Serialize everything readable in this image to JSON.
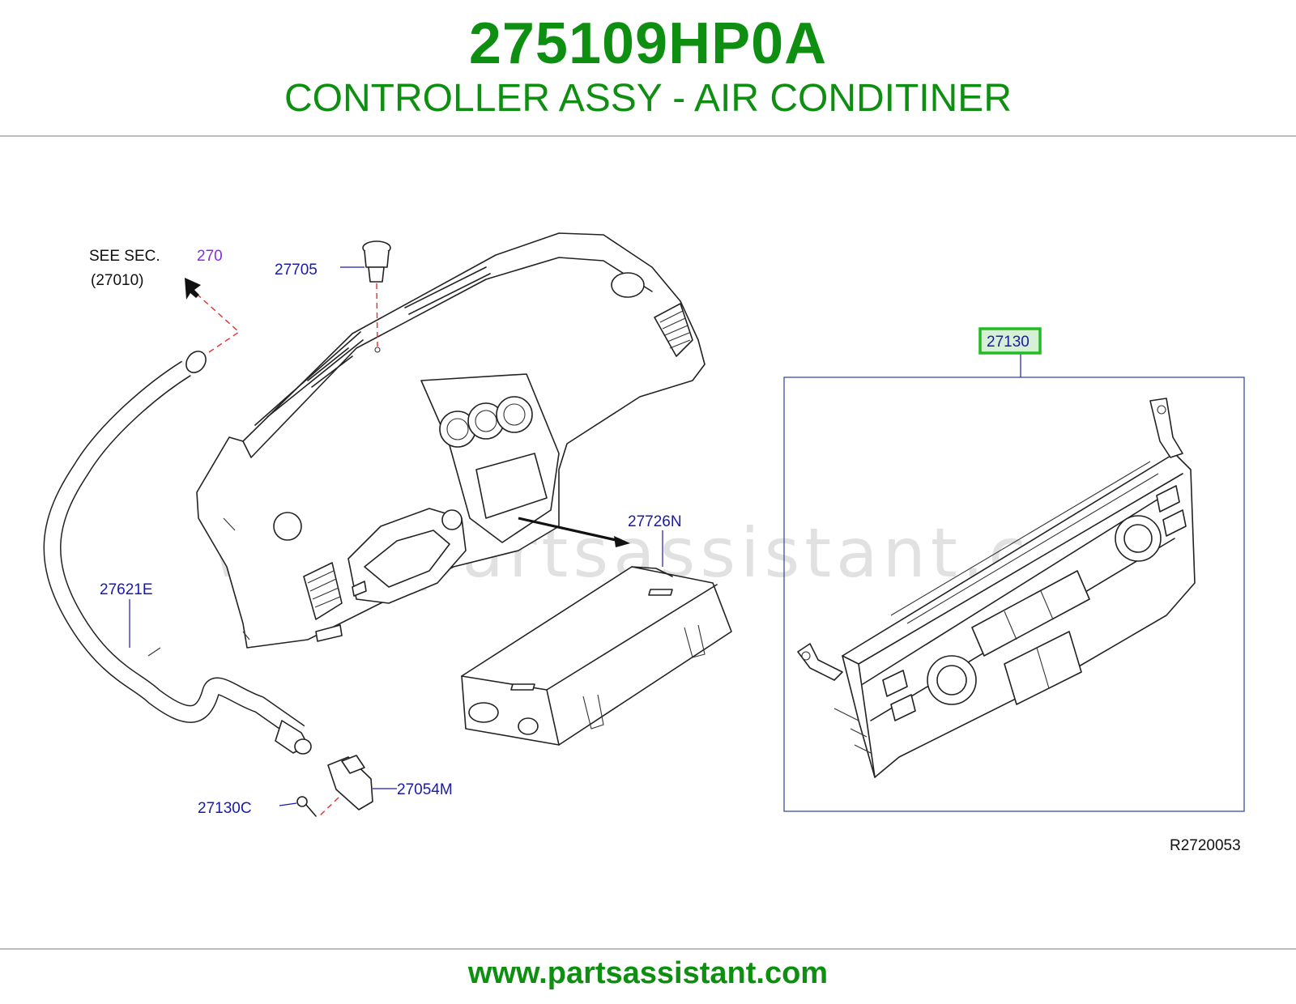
{
  "header": {
    "part_number": "275109HP0A",
    "description": "CONTROLLER ASSY - AIR CONDITINER"
  },
  "diagram": {
    "see_sec_prefix": "SEE   SEC.",
    "see_sec_number": "270",
    "see_sec_ref": "(27010)",
    "labels": {
      "p27705": "27705",
      "p27130": "27130",
      "p27726N": "27726N",
      "p27621E": "27621E",
      "p27054M": "27054M",
      "p27130C": "27130C"
    },
    "drawing_code": "R2720053",
    "watermark": "www.partsassistant.com",
    "highlight_color": "#22bb22",
    "label_color": "#1a1aa8"
  },
  "footer": {
    "url": "www.partsassistant.com"
  }
}
